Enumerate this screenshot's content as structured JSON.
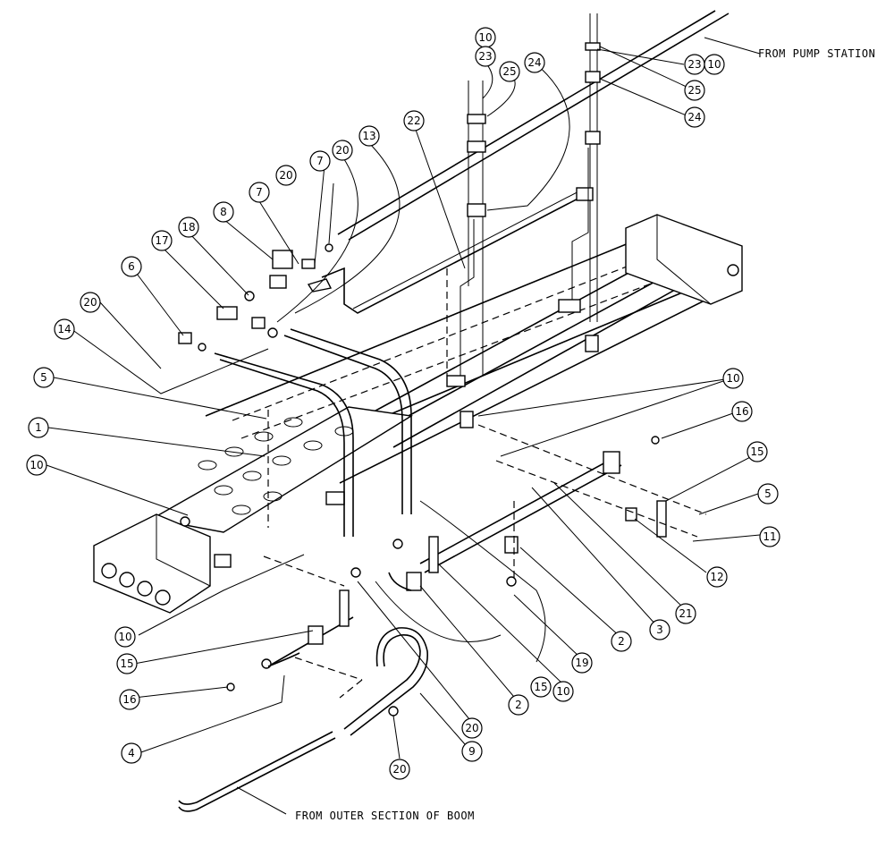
{
  "labels": {
    "pump_station": "FROM PUMP STATION",
    "outer_section": "FROM OUTER SECTION OF BOOM"
  },
  "callouts": [
    "10",
    "23",
    "25",
    "24",
    "22",
    "13",
    "20",
    "7",
    "20",
    "7",
    "8",
    "18",
    "17",
    "6",
    "20",
    "14",
    "5",
    "1",
    "10",
    "10",
    "16",
    "15",
    "5",
    "11",
    "12",
    "21",
    "3",
    "2",
    "19",
    "10",
    "15",
    "2",
    "20",
    "9",
    "20",
    "4",
    "16",
    "15",
    "10",
    "23",
    "10",
    "25",
    "24"
  ]
}
